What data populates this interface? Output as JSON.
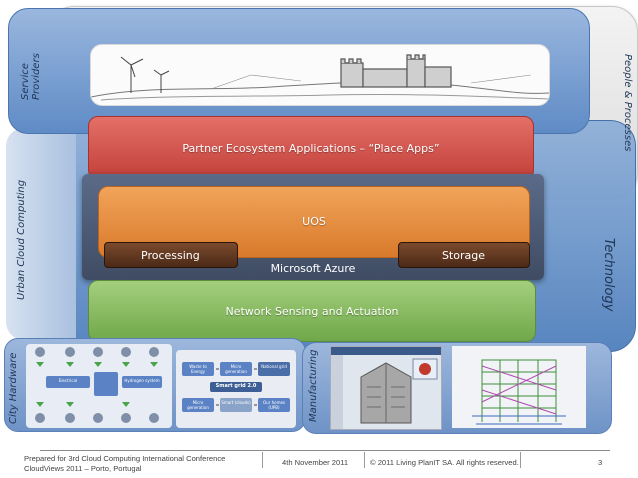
{
  "labels": {
    "service_providers": "Service\nProviders",
    "people_processes": "People & Processes",
    "urban_cloud": "Urban Cloud Computing",
    "technology": "Technology",
    "city_hardware": "City Hardware",
    "manufacturing": "Manufacturing"
  },
  "layers": {
    "partner": "Partner Ecosystem Applications – “Place Apps”",
    "uos": "UOS",
    "processing": "Processing",
    "storage": "Storage",
    "azure": "Microsoft Azure",
    "network": "Network Sensing and Actuation"
  },
  "smart_grid": {
    "title": "Smart grid 2.0",
    "boxes": [
      "Waste to Energy",
      "Micro generation",
      "National grid",
      "Micro generation",
      "Smart (clouds)",
      "Our homes (UPB)"
    ]
  },
  "hardware": {
    "row_labels": [
      "Electrical",
      "Hydrogen system"
    ]
  },
  "footer": {
    "line1": "Prepared for 3rd Cloud Computing International Conference",
    "line2": "CloudViews 2011 – Porto, Portugal",
    "date": "4th November 2011",
    "copyright": "© 2011 Living PlanIT SA. All rights reserved.",
    "page": "3"
  },
  "colors": {
    "partner": "#c94740",
    "uos": "#df8434",
    "network": "#7fb356",
    "azure": "#47546c",
    "frame_blue": "#5f8bc6"
  }
}
